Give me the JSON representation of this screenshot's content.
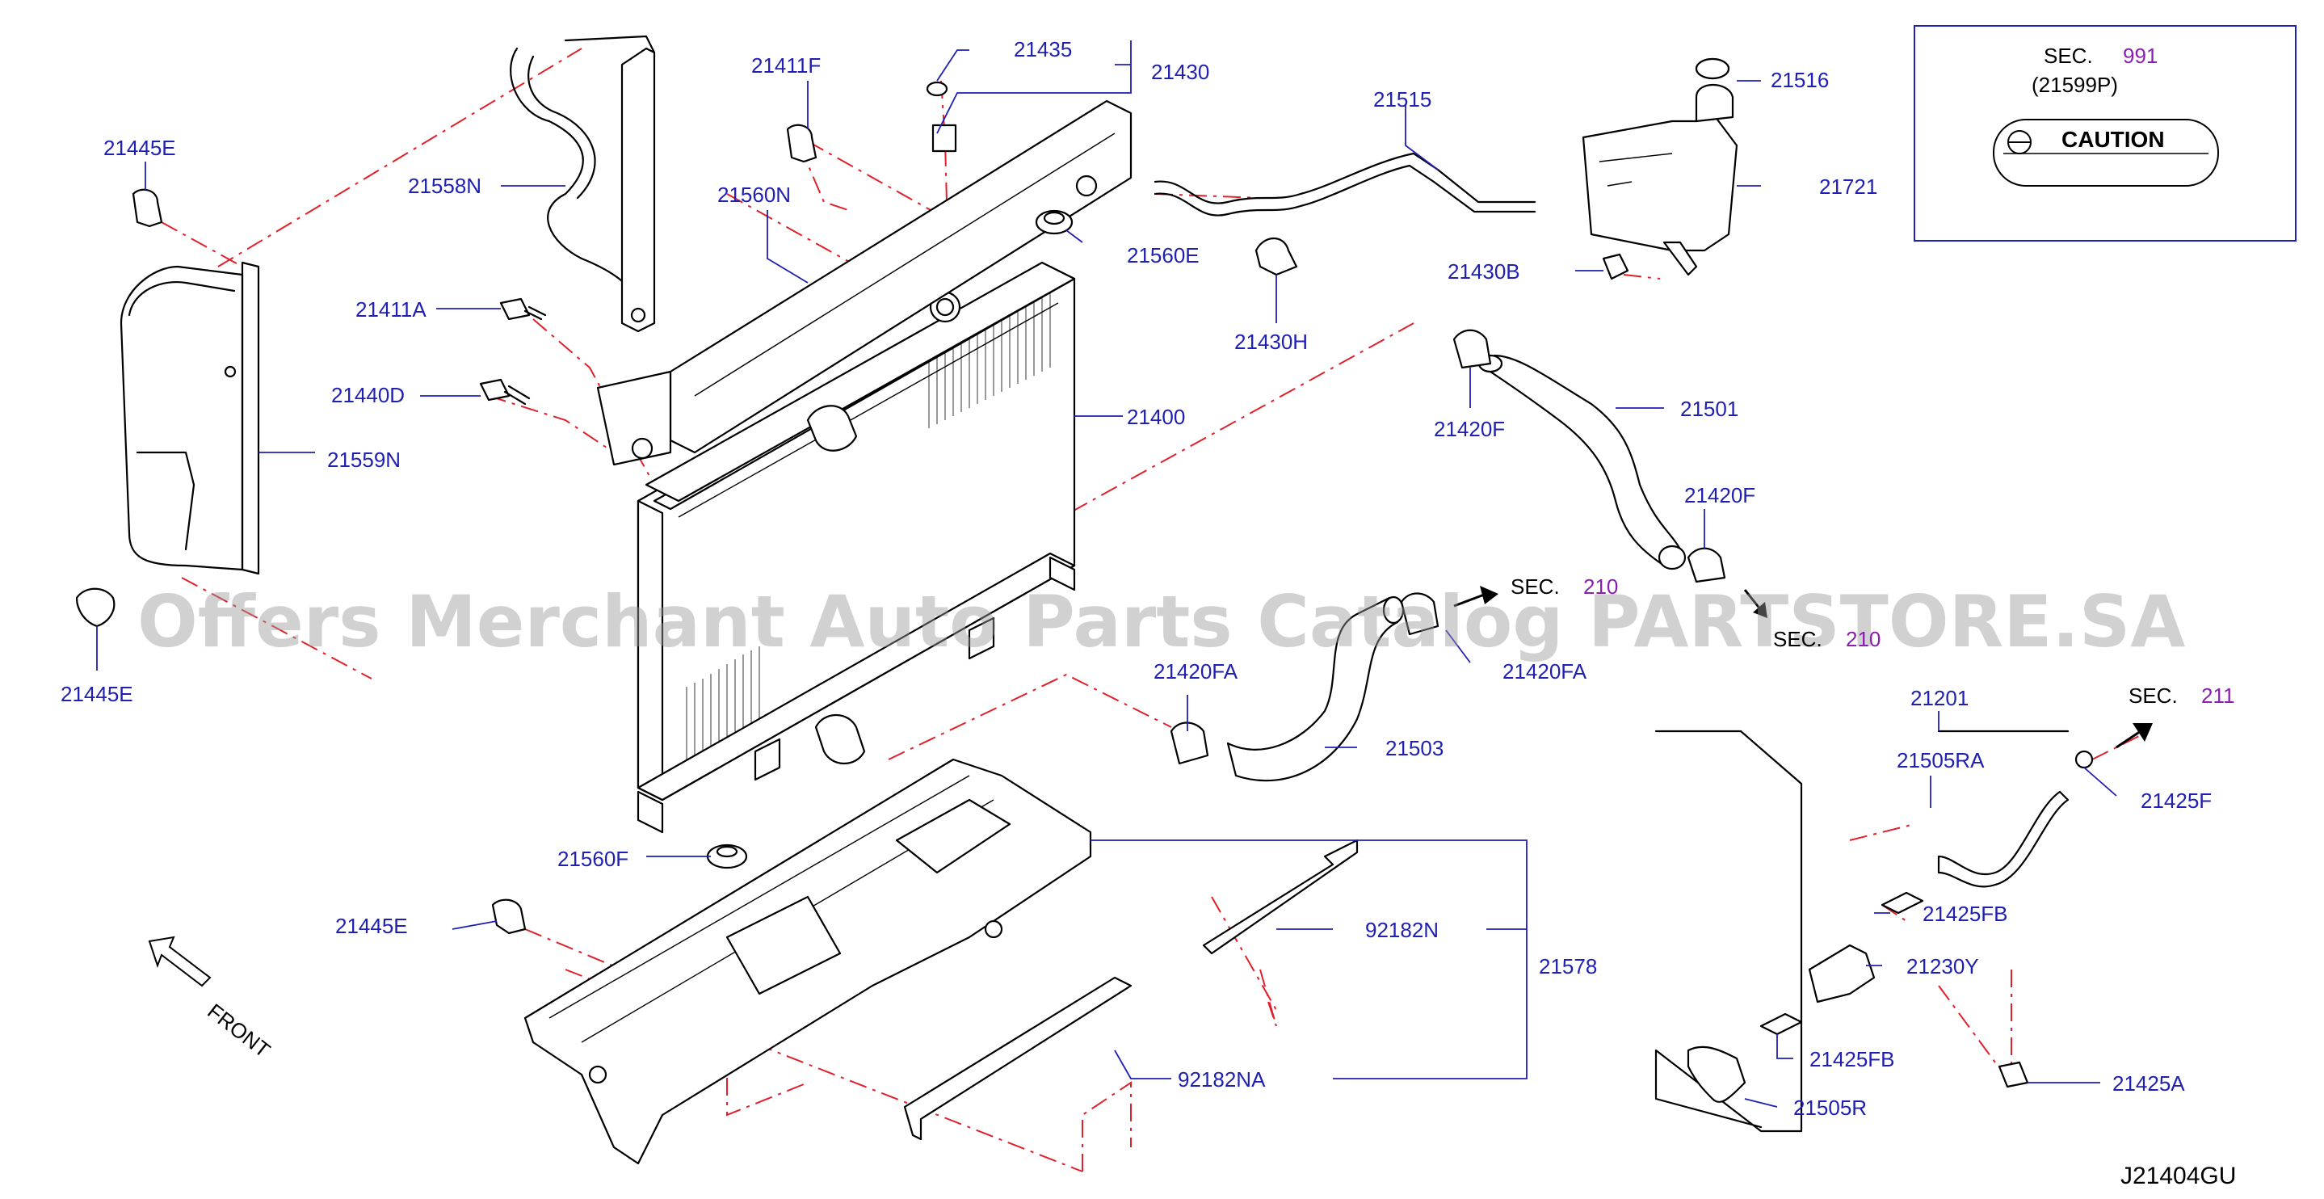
{
  "diagram_code": "J21404GU",
  "watermark": "Offers Merchant Auto Parts Catalog PARTSTORE.SA",
  "front_label": "FRONT",
  "caution_box": {
    "sec_prefix": "SEC.",
    "sec_number": "991",
    "part_ref": "(21599P)",
    "caution_text": "CAUTION"
  },
  "section_refs": [
    {
      "prefix": "SEC.",
      "number": "210"
    },
    {
      "prefix": "SEC.",
      "number": "210"
    },
    {
      "prefix": "SEC.",
      "number": "211"
    }
  ],
  "part_labels": {
    "p21445E_top": "21445E",
    "p21558N": "21558N",
    "p21411F": "21411F",
    "p21435": "21435",
    "p21430": "21430",
    "p21560N": "21560N",
    "p21411A": "21411A",
    "p21440D": "21440D",
    "p21559N": "21559N",
    "p21445E_mid": "21445E",
    "p21515": "21515",
    "p21516": "21516",
    "p21721": "21721",
    "p21560E": "21560E",
    "p21430B": "21430B",
    "p21430H": "21430H",
    "p21400": "21400",
    "p21420F_a": "21420F",
    "p21501": "21501",
    "p21420F_b": "21420F",
    "p21420FA_a": "21420FA",
    "p21420FA_b": "21420FA",
    "p21503": "21503",
    "p21201": "21201",
    "p21505RA": "21505RA",
    "p21425F": "21425F",
    "p21425FB_a": "21425FB",
    "p21230Y": "21230Y",
    "p21425FB_b": "21425FB",
    "p21425A": "21425A",
    "p21505R": "21505R",
    "p21560F": "21560F",
    "p21445E_bot": "21445E",
    "p92182N": "92182N",
    "p21578": "21578",
    "p92182NA": "92182NA"
  }
}
